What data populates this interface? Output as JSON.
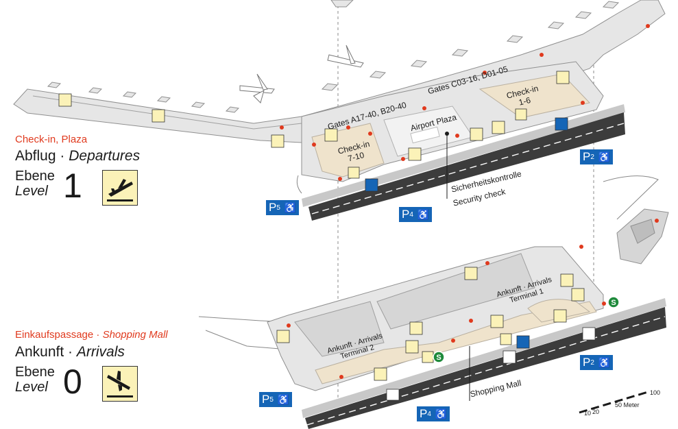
{
  "level1": {
    "category": "Check-in, Plaza",
    "title_de": "Abflug",
    "title_sep": " · ",
    "title_en": "Departures",
    "level_de": "Ebene",
    "level_en": "Level",
    "level_number": "1",
    "sign_icon": "plane-takeoff-icon"
  },
  "level0": {
    "category_de": "Einkaufspassage · ",
    "category_en": "Shopping Mall",
    "title_de": "Ankunft",
    "title_sep": " · ",
    "title_en": "Arrivals",
    "level_de": "Ebene",
    "level_en": "Level",
    "level_number": "0",
    "sign_icon": "plane-landing-icon"
  },
  "map_labels": {
    "gates_a": "Gates A17-40, B20-40",
    "gates_c": "Gates C03-16, D01-05",
    "airport_plaza": "Airport Plaza",
    "checkin_7_10": "Check-in\n7-10",
    "checkin_1_6": "Check-in\n1-6",
    "security_de": "Sicherheitskontrolle",
    "security_en": "Security check",
    "arrivals_t1": "Ankunft · Arrivals\nTerminal 1",
    "arrivals_t2": "Ankunft · Arrivals\nTerminal 2",
    "shopping_mall": "Shopping Mall"
  },
  "parking": [
    {
      "id": "p5-upper",
      "label": "P",
      "num": "5"
    },
    {
      "id": "p4-upper",
      "label": "P",
      "num": "4"
    },
    {
      "id": "p2-upper",
      "label": "P",
      "num": "2"
    },
    {
      "id": "p5-lower",
      "label": "P",
      "num": "5"
    },
    {
      "id": "p4-lower",
      "label": "P",
      "num": "4"
    },
    {
      "id": "p2-lower",
      "label": "P",
      "num": "2"
    }
  ],
  "scale": {
    "t10": "10",
    "t20": "20",
    "t100": "100",
    "unit": "50 Meter"
  },
  "colors": {
    "floor": "#e6e6e6",
    "floor_edge": "#8f8f8f",
    "floor_accent": "#efe3cc",
    "road": "#3c3c3c",
    "road_edge": "#c8c8c8",
    "red": "#e03a1e",
    "blue": "#1565b6",
    "yellow": "#fbf2b8"
  }
}
